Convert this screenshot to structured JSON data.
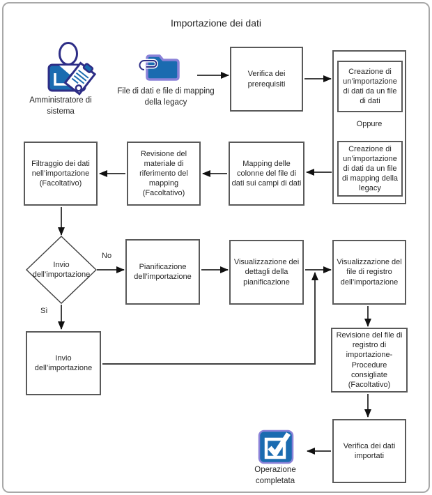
{
  "title": "Importazione dei dati",
  "palette": {
    "icon_blue": "#1a6bb0",
    "icon_navy": "#2d2d86",
    "icon_lavender": "#8b82d8",
    "box_border": "#595959",
    "line_color": "#404040",
    "arrowhead": "#111111",
    "page_border": "#a8a8a8"
  },
  "actors": {
    "admin": {
      "icon": "admin-person-icon",
      "label": "Amministratore di sistema"
    },
    "source_files": {
      "icon": "folder-paperclip-icon",
      "label": "File di dati e file di mapping della legacy"
    },
    "completion": {
      "icon": "checkbox-checked-icon",
      "label": "Operazione completata"
    }
  },
  "steps": {
    "verifica_prerequisiti": "Verifica dei prerequisiti",
    "creazione_da_file_dati": "Creazione di un’importazione di dati da un file di dati",
    "oppure": "Oppure",
    "creazione_da_file_mapping": "Creazione di un’importazione di dati da un file di mapping della legacy",
    "mapping_colonne": "Mapping delle colonne del file di dati sui campi di dati",
    "revisione_materiale": "Revisione del materiale di riferimento del mapping (Facoltativo)",
    "filtraggio_dati": "Filtraggio dei dati nell’importazione (Facoltativo)",
    "decisione_invio": "Invio dell’importazione",
    "pianificazione": "Pianificazione dell’importazione",
    "dettagli_pianificazione": "Visualizzazione dei dettagli della pianificazione",
    "registro_importazione": "Visualizzazione del file di registro dell’importazione",
    "invio_importazione": "Invio dell’importazione",
    "revisione_registro": "Revisione del file di registro di importazione- Procedure consigliate (Facoltativo)",
    "verifica_dati_importati": "Verifica dei dati importati"
  },
  "branch_labels": {
    "no": "No",
    "si": "Sì"
  }
}
